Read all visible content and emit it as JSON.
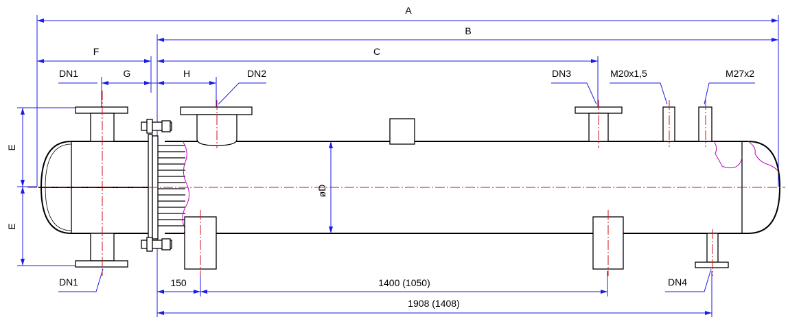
{
  "labels": {
    "A": "A",
    "B": "B",
    "C": "C",
    "F": "F",
    "G": "G",
    "H": "H",
    "E_top": "E",
    "E_bottom": "E",
    "diameter": "øD",
    "dn1_top": "DN1",
    "dn1_bottom": "DN1",
    "dn2": "DN2",
    "dn3": "DN3",
    "dn4": "DN4",
    "m20": "M20x1,5",
    "m27": "M27x2",
    "dim_150": "150",
    "dim_1400": "1400 (1050)",
    "dim_1908": "1908 (1408)"
  },
  "colors": {
    "outline": "#000000",
    "dimension": "#1a1ae6",
    "centerline": "#d01010",
    "break_line": "#c000c0"
  }
}
